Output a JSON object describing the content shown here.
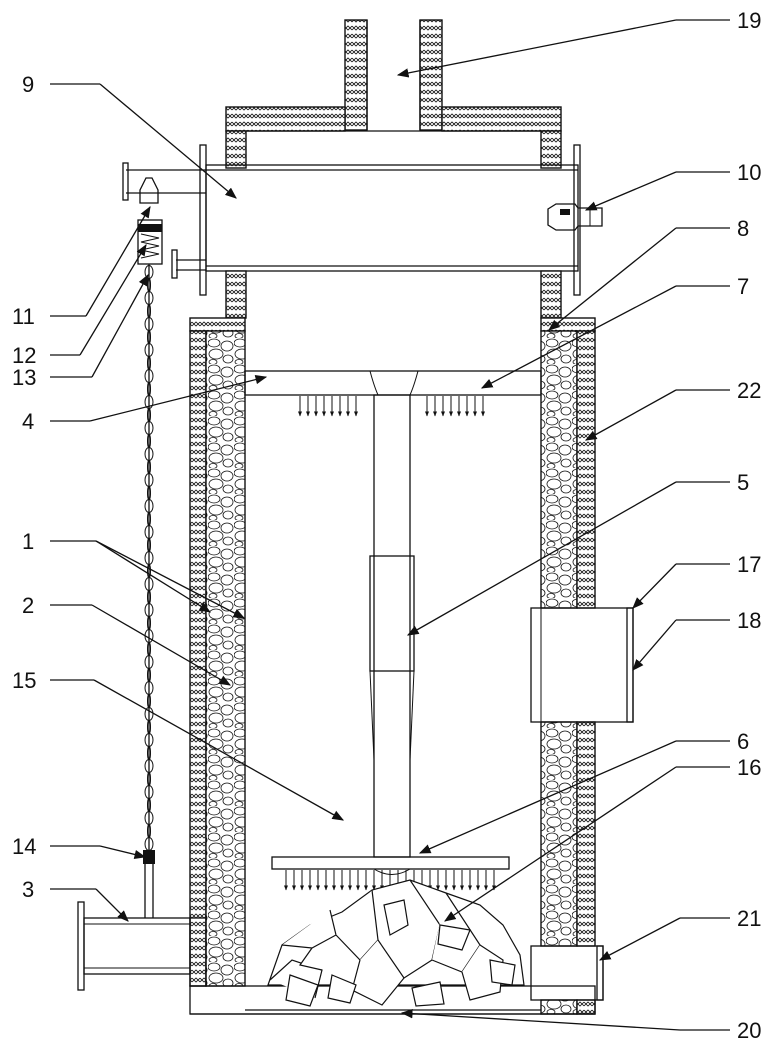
{
  "figure": {
    "callouts": [
      {
        "id": "19",
        "text": "19"
      },
      {
        "id": "9",
        "text": "9"
      },
      {
        "id": "10",
        "text": "10"
      },
      {
        "id": "8",
        "text": "8"
      },
      {
        "id": "7",
        "text": "7"
      },
      {
        "id": "11",
        "text": "11"
      },
      {
        "id": "12",
        "text": "12"
      },
      {
        "id": "13",
        "text": "13"
      },
      {
        "id": "22",
        "text": "22"
      },
      {
        "id": "4",
        "text": "4"
      },
      {
        "id": "5",
        "text": "5"
      },
      {
        "id": "1",
        "text": "1"
      },
      {
        "id": "17",
        "text": "17"
      },
      {
        "id": "2",
        "text": "2"
      },
      {
        "id": "18",
        "text": "18"
      },
      {
        "id": "15",
        "text": "15"
      },
      {
        "id": "6",
        "text": "6"
      },
      {
        "id": "16",
        "text": "16"
      },
      {
        "id": "14",
        "text": "14"
      },
      {
        "id": "3",
        "text": "3"
      },
      {
        "id": "21",
        "text": "21"
      },
      {
        "id": "20",
        "text": "20"
      }
    ],
    "colors": {
      "line": "#111111",
      "background": "#ffffff",
      "rock_fill": "#ffffff"
    }
  }
}
